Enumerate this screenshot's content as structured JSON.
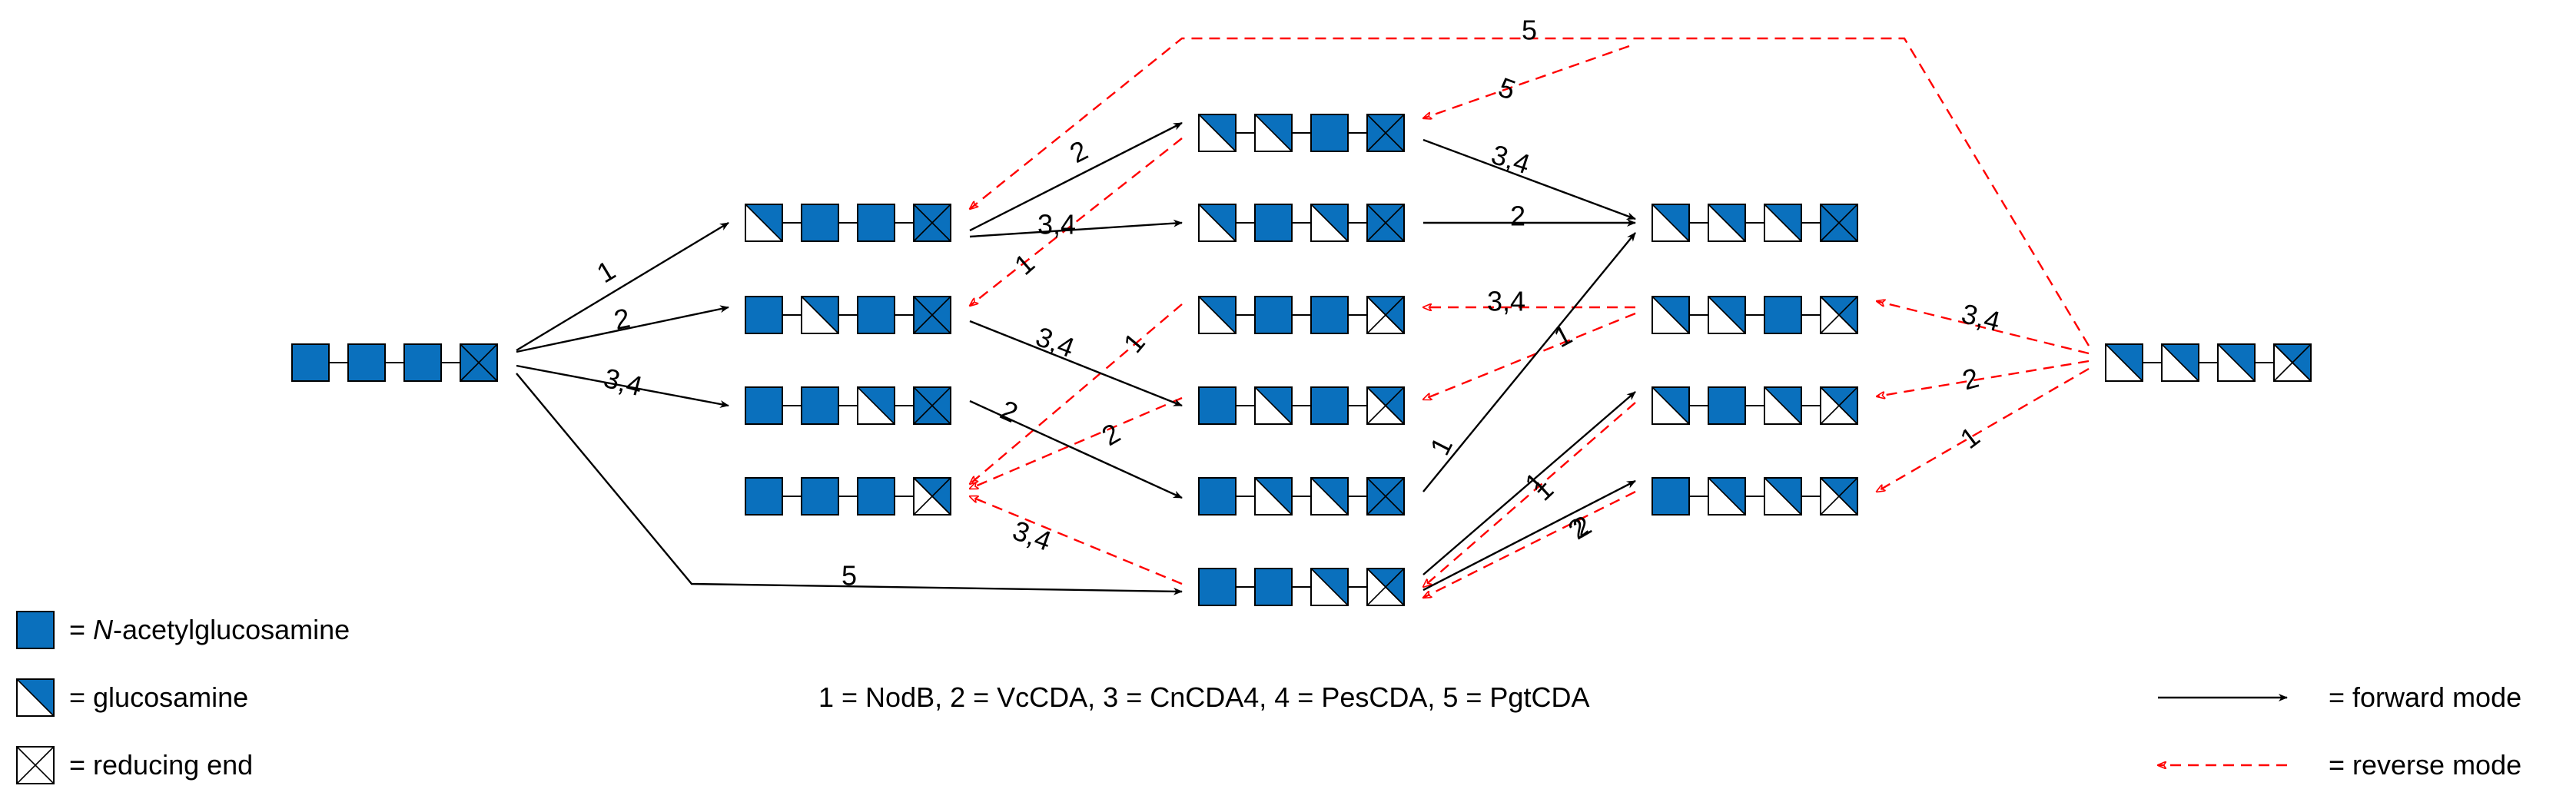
{
  "legend": {
    "nag_label": "= N-acetylglucosamine",
    "nag_prefix": "= ",
    "nag_italic": "N",
    "nag_rest": "-acetylglucosamine",
    "glcn_label": "= glucosamine",
    "red_label": "= reducing end",
    "enzymes": "1 = NodB,  2 = VcCDA,  3 = CnCDA4,  4 = PesCDA,  5 = PgtCDA",
    "forward_label": "= forward mode",
    "reverse_label": "= reverse mode"
  },
  "colors": {
    "residue_fill": "#0a70bd",
    "forward_arrow": "#000000",
    "reverse_arrow": "#ff0000"
  },
  "oligomers": [
    {
      "id": "start",
      "pattern": [
        "A",
        "A",
        "A",
        "AR"
      ]
    },
    {
      "id": "m1",
      "pattern": [
        "D",
        "A",
        "A",
        "AR"
      ]
    },
    {
      "id": "m2",
      "pattern": [
        "A",
        "D",
        "A",
        "AR"
      ]
    },
    {
      "id": "m3",
      "pattern": [
        "A",
        "A",
        "D",
        "AR"
      ]
    },
    {
      "id": "m4",
      "pattern": [
        "A",
        "A",
        "A",
        "DR"
      ]
    },
    {
      "id": "d1",
      "pattern": [
        "D",
        "D",
        "A",
        "AR"
      ]
    },
    {
      "id": "d2",
      "pattern": [
        "D",
        "A",
        "D",
        "AR"
      ]
    },
    {
      "id": "d3",
      "pattern": [
        "D",
        "A",
        "A",
        "DR"
      ]
    },
    {
      "id": "d4",
      "pattern": [
        "A",
        "D",
        "A",
        "DR"
      ]
    },
    {
      "id": "d5",
      "pattern": [
        "A",
        "D",
        "D",
        "AR"
      ]
    },
    {
      "id": "d6",
      "pattern": [
        "A",
        "A",
        "D",
        "DR"
      ]
    },
    {
      "id": "t1",
      "pattern": [
        "D",
        "D",
        "D",
        "AR"
      ]
    },
    {
      "id": "t2",
      "pattern": [
        "D",
        "D",
        "A",
        "DR"
      ]
    },
    {
      "id": "t3",
      "pattern": [
        "D",
        "A",
        "D",
        "DR"
      ]
    },
    {
      "id": "t4",
      "pattern": [
        "A",
        "D",
        "D",
        "DR"
      ]
    },
    {
      "id": "end",
      "pattern": [
        "D",
        "D",
        "D",
        "DR"
      ]
    }
  ],
  "forward_arrows": [
    {
      "from": "start",
      "to": "m1",
      "label": "1"
    },
    {
      "from": "start",
      "to": "m2",
      "label": "2"
    },
    {
      "from": "start",
      "to": "m3",
      "label": "3,4"
    },
    {
      "from": "start",
      "to": "d6",
      "label": "5"
    },
    {
      "from": "m1",
      "to": "d1",
      "label": "2"
    },
    {
      "from": "m1",
      "to": "d2",
      "label": "3,4"
    },
    {
      "from": "m2",
      "to": "d4",
      "label": "3,4"
    },
    {
      "from": "m3",
      "to": "d5",
      "label": "2"
    },
    {
      "from": "d1",
      "to": "t1",
      "label": "3,4"
    },
    {
      "from": "d2",
      "to": "t1",
      "label": "2"
    },
    {
      "from": "d5",
      "to": "t1",
      "label": "1"
    },
    {
      "from": "d6",
      "to": "t3",
      "label": "1"
    },
    {
      "from": "d6",
      "to": "t4",
      "label": "2"
    }
  ],
  "reverse_arrows": [
    {
      "from": "end",
      "to": "m1",
      "label": "5"
    },
    {
      "from": "end",
      "to": "t2",
      "label": "3,4"
    },
    {
      "from": "end",
      "to": "t3",
      "label": "2"
    },
    {
      "from": "end",
      "to": "t4",
      "label": "1"
    },
    {
      "from": "end",
      "to": "d1",
      "label": "5"
    },
    {
      "from": "d1",
      "to": "m2",
      "label": "1"
    },
    {
      "from": "d3",
      "to": "m4",
      "label": "1"
    },
    {
      "from": "d4",
      "to": "m4",
      "label": "2"
    },
    {
      "from": "d6",
      "to": "m4",
      "label": "3,4"
    },
    {
      "from": "t2",
      "to": "d3",
      "label": "3,4"
    },
    {
      "from": "t2",
      "to": "d4",
      "label": "1"
    },
    {
      "from": "t3",
      "to": "d6",
      "label": "1"
    },
    {
      "from": "t4",
      "to": "d6",
      "label": "2"
    }
  ]
}
